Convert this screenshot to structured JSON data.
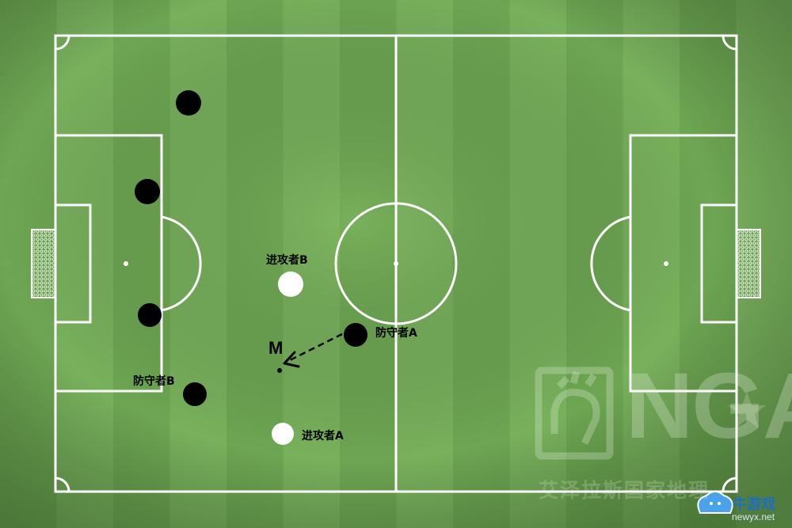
{
  "labels": {
    "attacker_a": "进攻者A",
    "attacker_b": "进攻者B",
    "defender_a": "防守者A",
    "defender_b": "防守者B",
    "point_m": "M"
  },
  "watermark": {
    "logo": "NGA",
    "subtitle": "艾泽拉斯国家地理"
  },
  "brand": {
    "name": "牛游戏",
    "url": "newyx.net"
  },
  "colors": {
    "defender": "#000000",
    "attacker": "#ffffff",
    "line": "#ffffff",
    "pass_arrow": "#000000"
  }
}
